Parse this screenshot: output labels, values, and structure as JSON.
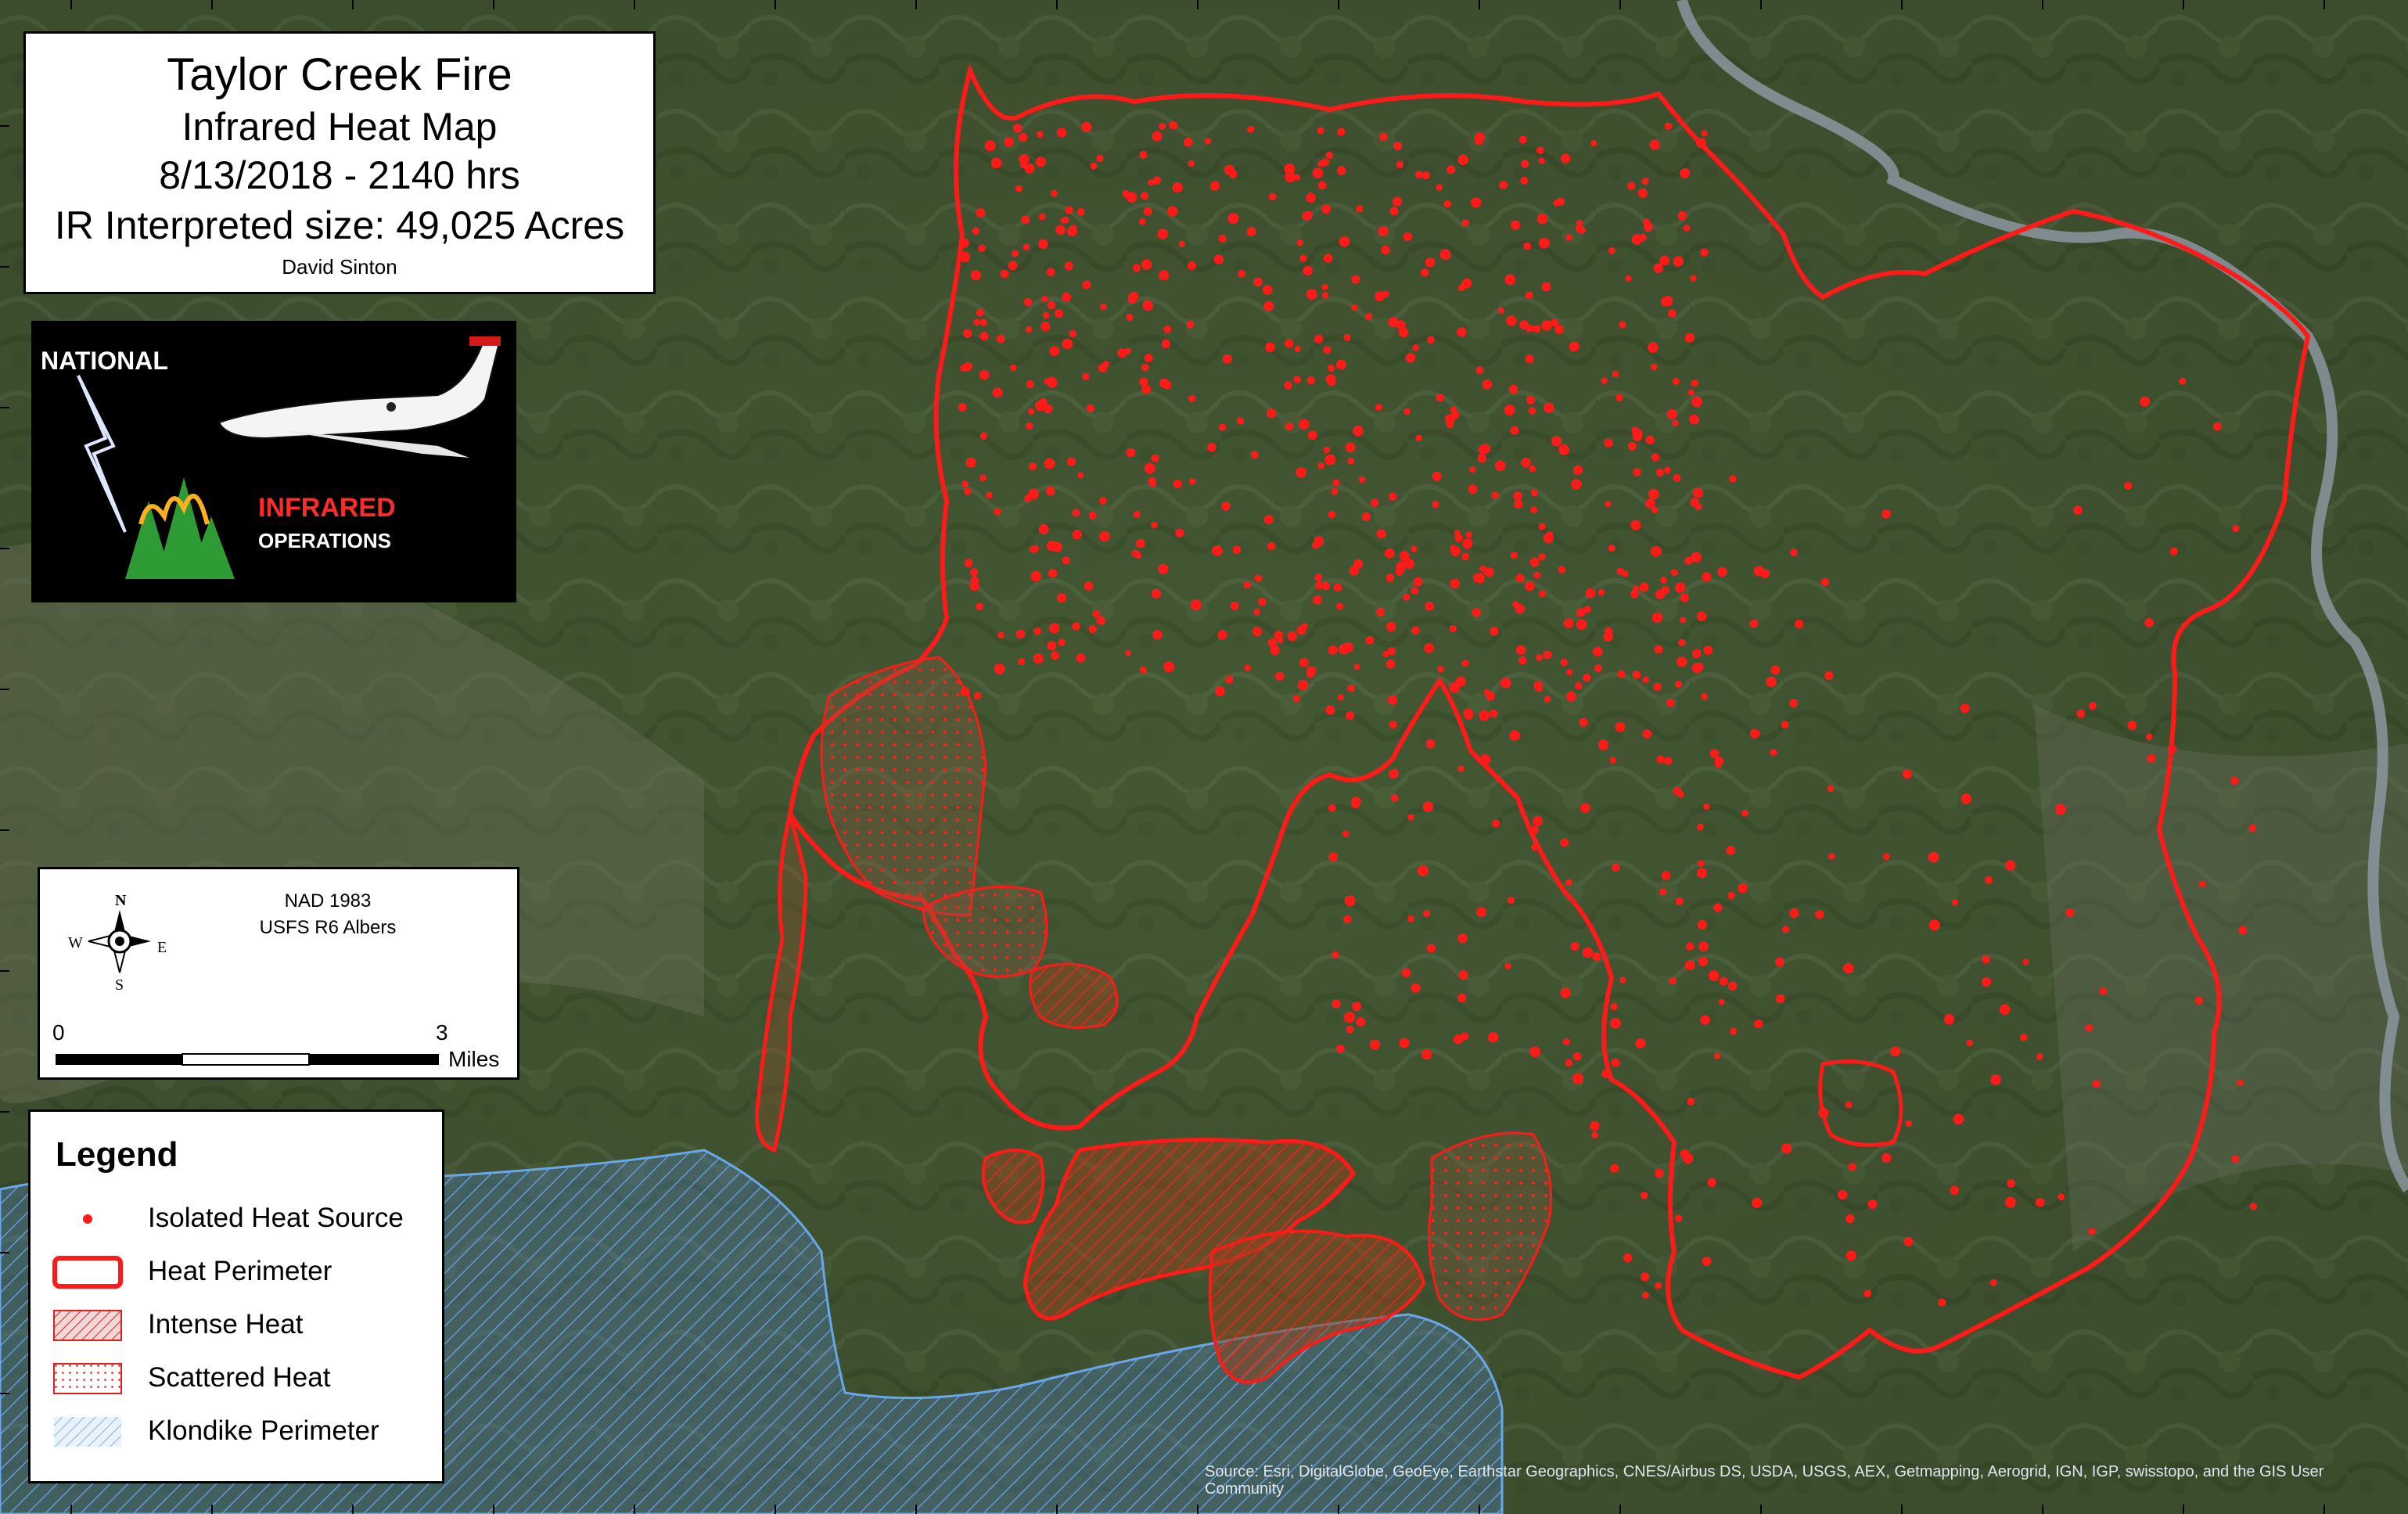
{
  "title": {
    "fire_name": "Taylor Creek Fire",
    "map_type": "Infrared Heat Map",
    "datetime": "8/13/2018 - 2140 hrs",
    "size": "IR Interpreted size: 49,025 Acres",
    "author": "David Sinton"
  },
  "logo": {
    "line1": "NATIONAL",
    "line2": "INFRARED",
    "line3": "OPERATIONS",
    "icons": [
      "airplane-icon",
      "lightning-icon",
      "burning-trees-icon"
    ]
  },
  "scale": {
    "datum": "NAD 1983",
    "projection": "USFS R6 Albers",
    "compass": {
      "n": "N",
      "s": "S",
      "e": "E",
      "w": "W"
    },
    "start": "0",
    "end": "3",
    "units": "Miles"
  },
  "legend": {
    "title": "Legend",
    "items": [
      {
        "label": "Isolated Heat Source",
        "symbol": "red-dot"
      },
      {
        "label": "Heat Perimeter",
        "symbol": "red-outline"
      },
      {
        "label": "Intense Heat",
        "symbol": "red-hatch"
      },
      {
        "label": "Scattered Heat",
        "symbol": "red-dots-fill"
      },
      {
        "label": "Klondike Perimeter",
        "symbol": "blue-hatch"
      }
    ]
  },
  "attribution": "Source: Esri, DigitalGlobe, GeoEye, Earthstar Geographics, CNES/Airbus DS, USDA, USGS, AEX, Getmapping, Aerogrid, IGN, IGP, swisstopo, and the GIS User Community",
  "colors": {
    "heat": "#ff1a1a",
    "klondike": "#4f8ed6",
    "terrain_dark": "#2f4a24",
    "terrain_light": "#6f7a5c"
  }
}
